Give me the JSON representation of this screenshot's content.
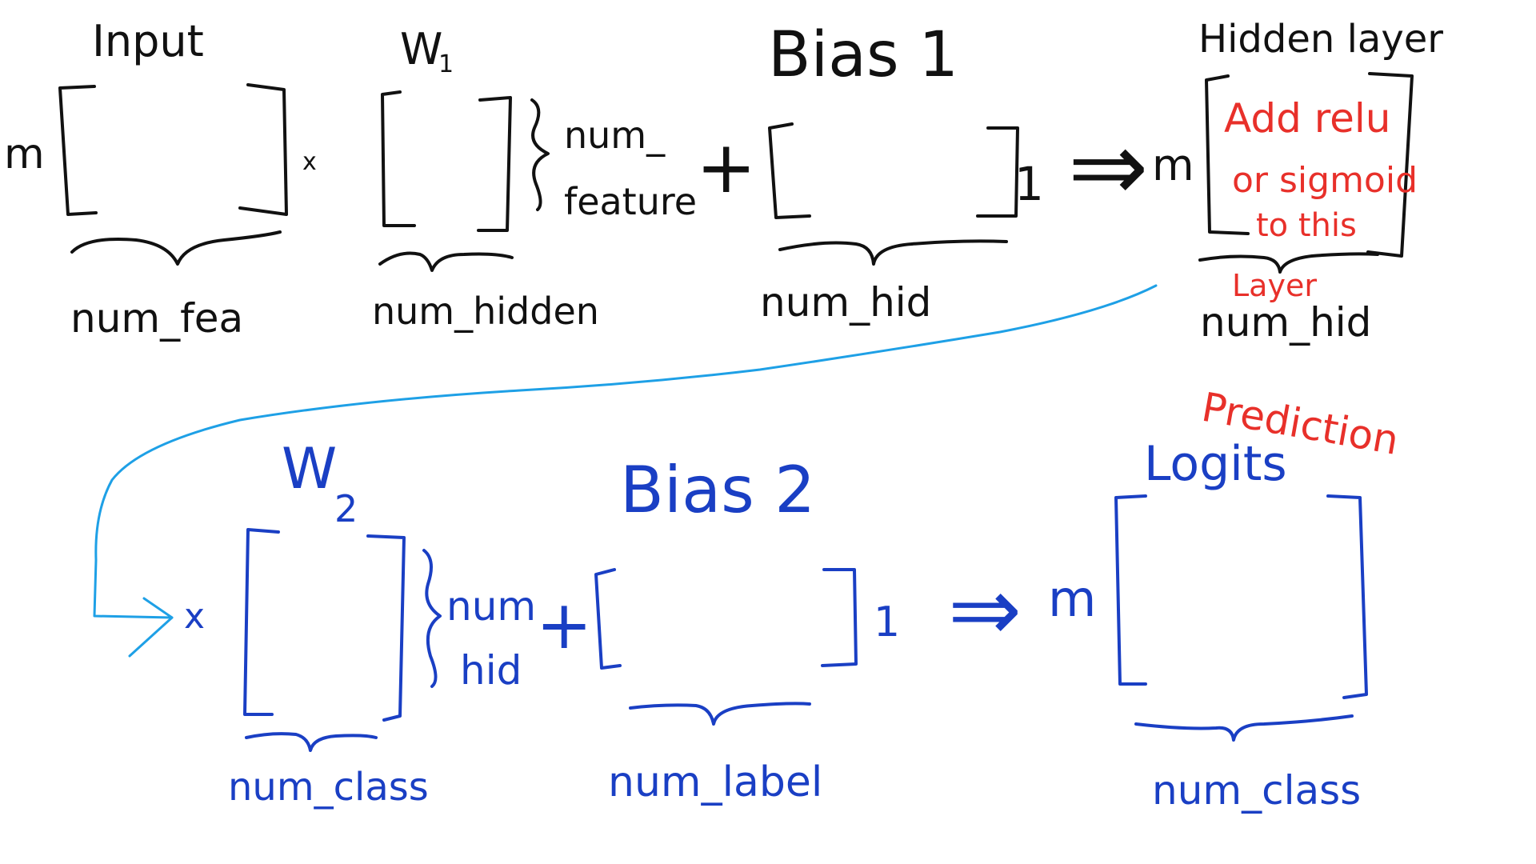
{
  "colors": {
    "black_ink": "#111111",
    "blue_ink": "#1a3fc4",
    "red_ink": "#e8302a",
    "arrow": "#1ea0e6"
  },
  "row1": {
    "input": {
      "title": "Input",
      "rows": "m",
      "cols": "num_fea",
      "op": "x"
    },
    "w1": {
      "title": "W",
      "sub": "1",
      "rows": "num_",
      "rows2": "feature",
      "cols": "num_hidden",
      "op": "+"
    },
    "bias1": {
      "title": "Bias 1",
      "rows": "1",
      "cols": "num_hid",
      "op": "⇒"
    },
    "hidden": {
      "title": "Hidden layer",
      "rows": "m",
      "cols": "num_hid",
      "note1": "Add relu",
      "note2": "or sigmoid",
      "note3": "to this",
      "note4": "Layer"
    }
  },
  "row2": {
    "op_start": "x",
    "w2": {
      "title": "W",
      "sub": "2",
      "rows": "num",
      "rows2": "hid",
      "cols": "num_class",
      "op": "+"
    },
    "bias2": {
      "title": "Bias 2",
      "rows": "1",
      "cols": "num_label",
      "op": "⇒"
    },
    "logits": {
      "title": "Logits",
      "note": "Prediction",
      "rows": "m",
      "cols": "num_class"
    }
  }
}
